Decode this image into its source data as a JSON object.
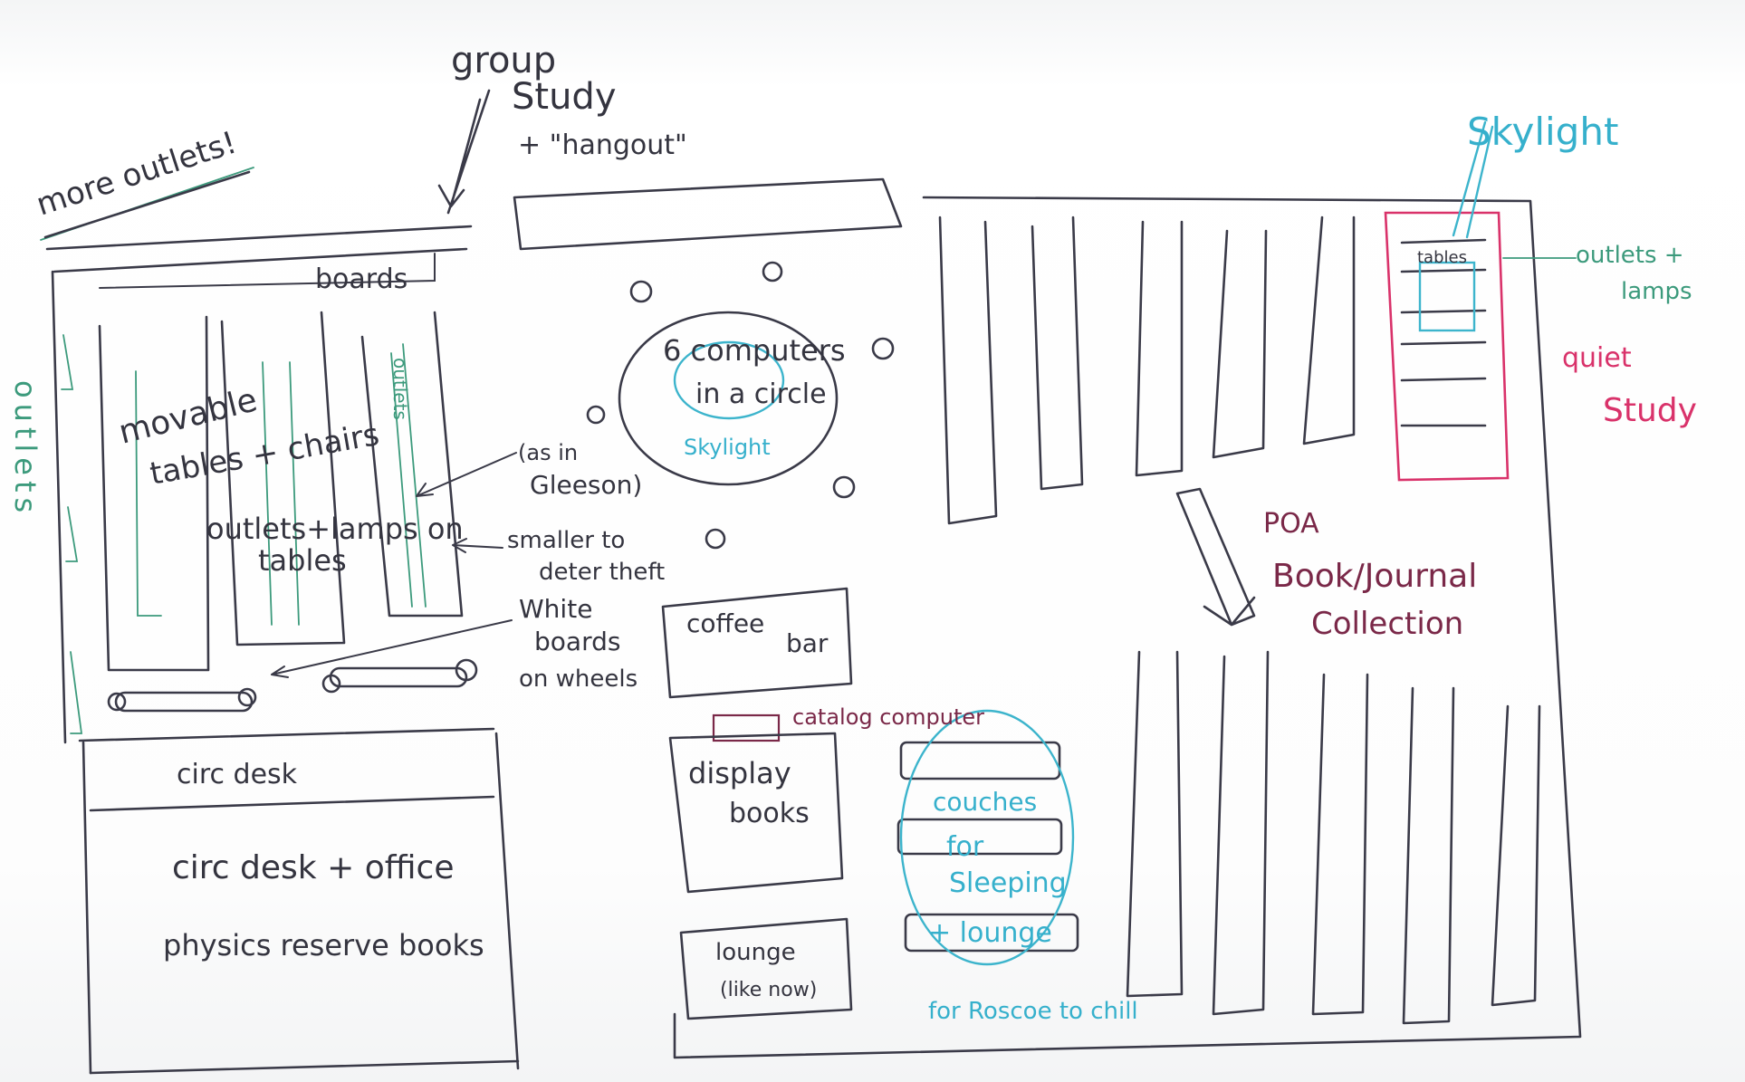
{
  "labels": {
    "group_study": "group",
    "study": "Study",
    "hangout": "+ \"hangout\"",
    "more_outlets": "more outlets!",
    "boards": "boards",
    "outlets_vertical": "outlets",
    "movable": "movable",
    "tables_chairs": "tables + chairs",
    "outlets_small": "outlets",
    "as_in_gleeson": "(as in",
    "gleeson": "Gleeson)",
    "outlets_lamps_on": "outlets+lamps on",
    "tables": "tables",
    "smaller_to": "smaller to",
    "deter_theft": "deter theft",
    "white": "White",
    "boards2": "boards",
    "on_wheels": "on wheels",
    "six_computers": "6 computers",
    "in_a_circle": "in a circle",
    "skylight_circle": "Skylight",
    "coffee": "coffee",
    "bar": "bar",
    "catalog_computer": "catalog computer",
    "display": "display",
    "books": "books",
    "lounge": "lounge",
    "like_now": "(like now)",
    "circ_desk": "circ desk",
    "circ_desk_office": "circ desk + office",
    "physics_reserve": "physics reserve books",
    "couches": "couches",
    "for": "for",
    "sleeping": "Sleeping",
    "lounge2": "+ lounge",
    "for_roscoe": "for Roscoe to chill",
    "skylight_top": "Skylight",
    "tables_quiet": "tables",
    "outlets_plus": "outlets +",
    "lamps": "lamps",
    "quiet": "quiet",
    "study_quiet": "Study",
    "poa": "POA",
    "book_journal": "Book/Journal",
    "collection": "Collection"
  },
  "colors": {
    "ink": "#34343f",
    "green": "#3c9a7c",
    "cyan": "#36b0cc",
    "pink": "#d9326a",
    "maroon": "#7a2848"
  }
}
